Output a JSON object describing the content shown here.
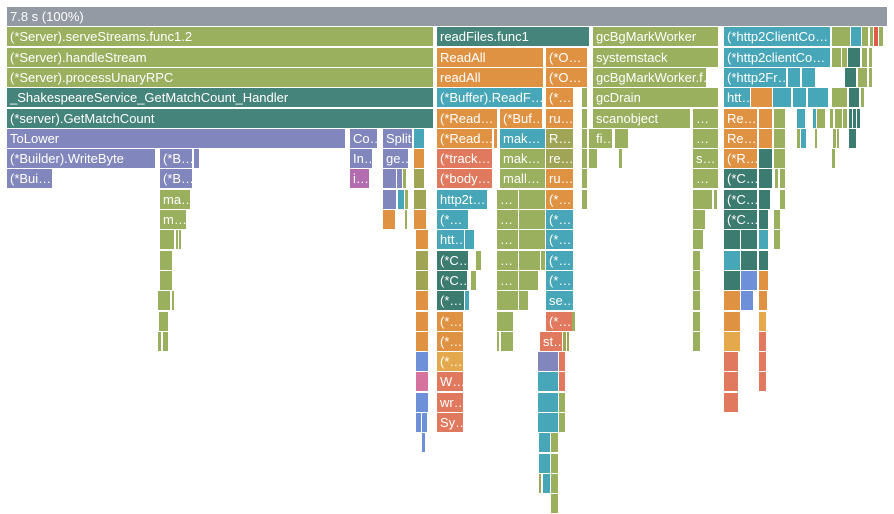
{
  "header": {
    "root_label": "7.8 s (100%)",
    "total_time": "7.8 s",
    "total_percent": "100%"
  },
  "palette": {
    "gray": "#939AA4",
    "g": "#9AB05F",
    "tl": "#45847A",
    "td": "#3C7B70",
    "cy": "#47A6B8",
    "or": "#E09243",
    "ol": "#E3A94C",
    "sa": "#E0795D",
    "ov": "#A0A455",
    "bl": "#8187BC",
    "bb": "#6E90D8",
    "pu": "#B36CB0",
    "pk": "#D5739E",
    "rd": "#DF5B4B"
  },
  "chart_data": {
    "type": "flamegraph",
    "title": "7.8 s (100%)",
    "orientation": "top-down",
    "note_rows_are_pixel_spans": "each bar = [x_px, width_px, color_key, label_if_visible]",
    "rows": [
      [
        [
          7,
          880,
          "gray",
          "7.8 s (100%)"
        ]
      ],
      [
        [
          7,
          426,
          "g",
          "(*Server).serveStreams.func1.2"
        ],
        [
          437,
          152,
          "tl",
          "readFiles.func1"
        ],
        [
          593,
          125,
          "g",
          "gcBgMarkWorker"
        ],
        [
          724,
          106,
          "cy",
          "(*http2ClientCo…"
        ],
        [
          832,
          18,
          "g"
        ],
        [
          851,
          10,
          "cy"
        ],
        [
          862,
          6,
          "g"
        ],
        [
          870,
          3,
          "g"
        ],
        [
          874,
          4,
          "rd"
        ],
        [
          879,
          4,
          "g"
        ]
      ],
      [
        [
          7,
          426,
          "g",
          "(*Server).handleStream"
        ],
        [
          437,
          106,
          "or",
          "ReadAll"
        ],
        [
          546,
          41,
          "or",
          "(*O…"
        ],
        [
          593,
          125,
          "g",
          "systemstack"
        ],
        [
          724,
          106,
          "cy",
          "(*http2clientCo…"
        ],
        [
          832,
          9,
          "g"
        ],
        [
          842,
          5,
          "g"
        ],
        [
          848,
          12,
          "td"
        ],
        [
          862,
          5,
          "g"
        ],
        [
          869,
          3,
          "g"
        ]
      ],
      [
        [
          7,
          426,
          "g",
          "(*Server).processUnaryRPC"
        ],
        [
          437,
          106,
          "or",
          "readAll"
        ],
        [
          546,
          41,
          "or",
          "(*O…"
        ],
        [
          593,
          113,
          "g",
          "gcBgMarkWorker.f…"
        ],
        [
          724,
          62,
          "cy",
          "(*http2Fr…"
        ],
        [
          788,
          12,
          "cy"
        ],
        [
          802,
          13,
          "cy"
        ],
        [
          845,
          11,
          "td"
        ],
        [
          858,
          9,
          "g"
        ],
        [
          869,
          3,
          "g"
        ]
      ],
      [
        [
          7,
          426,
          "tl",
          "_ShakespeareService_GetMatchCount_Handler"
        ],
        [
          437,
          105,
          "cy",
          "(*Buffer).ReadF…"
        ],
        [
          546,
          27,
          "or",
          "(*…"
        ],
        [
          582,
          5,
          "g"
        ],
        [
          593,
          125,
          "g",
          "gcDrain"
        ],
        [
          724,
          26,
          "cy",
          "htt…"
        ],
        [
          751,
          21,
          "or"
        ],
        [
          773,
          18,
          "cy"
        ],
        [
          793,
          13,
          "cy"
        ],
        [
          808,
          20,
          "cy"
        ],
        [
          832,
          15,
          "g"
        ],
        [
          849,
          10,
          "td"
        ],
        [
          861,
          3,
          "g"
        ]
      ],
      [
        [
          7,
          426,
          "tl",
          "(*server).GetMatchCount"
        ],
        [
          437,
          60,
          "or",
          "(*Read…"
        ],
        [
          500,
          42,
          "or",
          "(*Buf…"
        ],
        [
          546,
          27,
          "or",
          "ru…"
        ],
        [
          582,
          5,
          "g"
        ],
        [
          593,
          97,
          "g",
          "scanobject"
        ],
        [
          693,
          25,
          "g",
          "…"
        ],
        [
          724,
          33,
          "or",
          "Re…"
        ],
        [
          759,
          13,
          "or"
        ],
        [
          774,
          11,
          "g"
        ],
        [
          797,
          8,
          "cy"
        ],
        [
          813,
          3,
          "cy"
        ],
        [
          817,
          8,
          "g"
        ],
        [
          830,
          3,
          "g"
        ],
        [
          835,
          7,
          "g"
        ],
        [
          843,
          4,
          "g"
        ],
        [
          849,
          3,
          "td"
        ],
        [
          853,
          3,
          "td"
        ],
        [
          857,
          3,
          "td"
        ]
      ],
      [
        [
          7,
          338,
          "bl",
          "ToLower"
        ],
        [
          350,
          27,
          "bl",
          "Co…"
        ],
        [
          383,
          29,
          "bl",
          "Split"
        ],
        [
          414,
          10,
          "cy"
        ],
        [
          437,
          55,
          "or",
          "(*Read…"
        ],
        [
          494,
          3,
          "or"
        ],
        [
          500,
          45,
          "cy",
          "mak…"
        ],
        [
          546,
          27,
          "ov",
          "R…"
        ],
        [
          582,
          5,
          "g"
        ],
        [
          589,
          4,
          "g"
        ],
        [
          593,
          19,
          "g",
          "fi…"
        ],
        [
          615,
          13,
          "g"
        ],
        [
          693,
          25,
          "g",
          "…"
        ],
        [
          724,
          33,
          "or",
          "Re…"
        ],
        [
          759,
          13,
          "or"
        ],
        [
          774,
          11,
          "g"
        ],
        [
          797,
          3,
          "g"
        ],
        [
          801,
          5,
          "cy"
        ],
        [
          815,
          2,
          "g"
        ],
        [
          833,
          3,
          "g"
        ],
        [
          837,
          2,
          "g"
        ],
        [
          849,
          7,
          "td"
        ]
      ],
      [
        [
          7,
          148,
          "bl",
          "(*Builder).WriteByte"
        ],
        [
          160,
          32,
          "bl",
          "(*B…"
        ],
        [
          194,
          5,
          "bl"
        ],
        [
          350,
          22,
          "bl",
          "In…"
        ],
        [
          383,
          25,
          "bl",
          "ge…"
        ],
        [
          414,
          10,
          "or"
        ],
        [
          437,
          55,
          "sa",
          "(*track…"
        ],
        [
          500,
          45,
          "g",
          "mak…"
        ],
        [
          546,
          27,
          "ov",
          "re…"
        ],
        [
          582,
          5,
          "g"
        ],
        [
          589,
          4,
          "g"
        ],
        [
          593,
          4,
          "g"
        ],
        [
          619,
          3,
          "g"
        ],
        [
          693,
          25,
          "g",
          "s…"
        ],
        [
          724,
          33,
          "or",
          "(*R…"
        ],
        [
          759,
          13,
          "td"
        ],
        [
          774,
          11,
          "g"
        ],
        [
          832,
          3,
          "g"
        ]
      ],
      [
        [
          7,
          45,
          "bl",
          "(*Bui…"
        ],
        [
          160,
          32,
          "bl",
          "(*B…"
        ],
        [
          350,
          19,
          "pu",
          "i…"
        ],
        [
          383,
          13,
          "bl"
        ],
        [
          397,
          5,
          "bl"
        ],
        [
          403,
          3,
          "g"
        ],
        [
          414,
          10,
          "ov"
        ],
        [
          437,
          55,
          "sa",
          "(*body…"
        ],
        [
          500,
          45,
          "g",
          "mall…"
        ],
        [
          546,
          27,
          "or",
          "ru…"
        ],
        [
          582,
          5,
          "g"
        ],
        [
          693,
          25,
          "g",
          "…"
        ],
        [
          724,
          33,
          "td",
          "(*C…"
        ],
        [
          759,
          13,
          "td"
        ],
        [
          775,
          3,
          "g"
        ],
        [
          780,
          5,
          "g"
        ]
      ],
      [
        [
          160,
          30,
          "g",
          "ma…"
        ],
        [
          383,
          13,
          "bl"
        ],
        [
          398,
          6,
          "cy"
        ],
        [
          405,
          3,
          "g"
        ],
        [
          414,
          12,
          "ov"
        ],
        [
          437,
          50,
          "cy",
          "http2t…"
        ],
        [
          497,
          21,
          "g",
          "…"
        ],
        [
          519,
          26,
          "g"
        ],
        [
          546,
          27,
          "or",
          "(*…"
        ],
        [
          582,
          5,
          "g"
        ],
        [
          693,
          19,
          "g"
        ],
        [
          714,
          3,
          "g"
        ],
        [
          724,
          33,
          "td",
          "(*C…"
        ],
        [
          759,
          11,
          "td"
        ],
        [
          780,
          5,
          "g"
        ]
      ],
      [
        [
          160,
          26,
          "g",
          "m…"
        ],
        [
          383,
          12,
          "or"
        ],
        [
          405,
          2,
          "g"
        ],
        [
          414,
          12,
          "or"
        ],
        [
          437,
          31,
          "cy",
          "(*…"
        ],
        [
          497,
          21,
          "g",
          "…"
        ],
        [
          519,
          26,
          "g"
        ],
        [
          546,
          27,
          "cy",
          "(*…"
        ],
        [
          693,
          12,
          "g"
        ],
        [
          724,
          33,
          "td",
          "(*C…"
        ],
        [
          759,
          9,
          "td"
        ],
        [
          774,
          6,
          "g"
        ]
      ],
      [
        [
          160,
          14,
          "g"
        ],
        [
          176,
          2,
          "g"
        ],
        [
          179,
          2,
          "g"
        ],
        [
          416,
          12,
          "or"
        ],
        [
          437,
          27,
          "cy",
          "htt…"
        ],
        [
          465,
          9,
          "cy"
        ],
        [
          497,
          21,
          "g",
          "…"
        ],
        [
          519,
          26,
          "g"
        ],
        [
          546,
          27,
          "cy",
          "(*…"
        ],
        [
          693,
          10,
          "g"
        ],
        [
          724,
          16,
          "td"
        ],
        [
          741,
          16,
          "td"
        ],
        [
          759,
          9,
          "cy"
        ],
        [
          774,
          6,
          "g"
        ]
      ],
      [
        [
          160,
          12,
          "g"
        ],
        [
          416,
          12,
          "ov"
        ],
        [
          437,
          31,
          "td",
          "(*C…"
        ],
        [
          476,
          5,
          "g"
        ],
        [
          497,
          21,
          "g",
          "…"
        ],
        [
          519,
          21,
          "g"
        ],
        [
          541,
          4,
          "g"
        ],
        [
          546,
          27,
          "cy",
          "(*…"
        ],
        [
          693,
          7,
          "g"
        ],
        [
          724,
          16,
          "cy"
        ],
        [
          741,
          16,
          "td"
        ],
        [
          759,
          9,
          "td"
        ]
      ],
      [
        [
          160,
          12,
          "g"
        ],
        [
          416,
          12,
          "ov"
        ],
        [
          437,
          30,
          "td",
          "(*C…"
        ],
        [
          471,
          5,
          "g"
        ],
        [
          497,
          21,
          "g",
          "…"
        ],
        [
          519,
          19,
          "g"
        ],
        [
          546,
          27,
          "cy",
          "(*…"
        ],
        [
          693,
          7,
          "g"
        ],
        [
          724,
          16,
          "td"
        ],
        [
          741,
          16,
          "bb"
        ],
        [
          759,
          9,
          "or"
        ]
      ],
      [
        [
          158,
          12,
          "g"
        ],
        [
          172,
          2,
          "g"
        ],
        [
          416,
          12,
          "or"
        ],
        [
          437,
          27,
          "td",
          "(*…"
        ],
        [
          465,
          4,
          "cy"
        ],
        [
          497,
          21,
          "g"
        ],
        [
          519,
          9,
          "g"
        ],
        [
          546,
          27,
          "cy",
          "se…"
        ],
        [
          693,
          7,
          "g"
        ],
        [
          724,
          16,
          "or"
        ],
        [
          741,
          12,
          "bb"
        ],
        [
          759,
          8,
          "or"
        ]
      ],
      [
        [
          159,
          9,
          "g"
        ],
        [
          416,
          12,
          "or"
        ],
        [
          437,
          26,
          "or",
          "(*…"
        ],
        [
          497,
          16,
          "g"
        ],
        [
          546,
          27,
          "sa",
          "(*…"
        ],
        [
          572,
          3,
          "g"
        ],
        [
          693,
          7,
          "g"
        ],
        [
          724,
          16,
          "or"
        ],
        [
          759,
          7,
          "ol"
        ]
      ],
      [
        [
          158,
          3,
          "g"
        ],
        [
          163,
          5,
          "g"
        ],
        [
          416,
          12,
          "or"
        ],
        [
          437,
          26,
          "or",
          "(*…"
        ],
        [
          497,
          2,
          "g"
        ],
        [
          501,
          12,
          "g"
        ],
        [
          540,
          22,
          "sa",
          "st…"
        ],
        [
          563,
          3,
          "ov"
        ],
        [
          567,
          2,
          "ov"
        ],
        [
          693,
          7,
          "g"
        ],
        [
          724,
          16,
          "ol"
        ],
        [
          759,
          7,
          "sa"
        ]
      ],
      [
        [
          416,
          12,
          "bb"
        ],
        [
          437,
          26,
          "ol",
          "(*…"
        ],
        [
          538,
          20,
          "bl"
        ],
        [
          559,
          6,
          "sa"
        ],
        [
          724,
          14,
          "sa"
        ],
        [
          759,
          7,
          "sa"
        ]
      ],
      [
        [
          416,
          12,
          "pk"
        ],
        [
          437,
          26,
          "sa",
          "W…"
        ],
        [
          538,
          20,
          "cy"
        ],
        [
          559,
          6,
          "sa"
        ],
        [
          724,
          14,
          "sa"
        ],
        [
          759,
          7,
          "sa"
        ]
      ],
      [
        [
          416,
          12,
          "bb"
        ],
        [
          437,
          26,
          "sa",
          "wr…"
        ],
        [
          538,
          20,
          "cy"
        ],
        [
          559,
          6,
          "g"
        ],
        [
          724,
          14,
          "sa"
        ]
      ],
      [
        [
          416,
          5,
          "bb"
        ],
        [
          422,
          5,
          "bb"
        ],
        [
          437,
          26,
          "sa",
          "Sy…"
        ],
        [
          538,
          20,
          "cy"
        ],
        [
          559,
          6,
          "g"
        ]
      ],
      [
        [
          422,
          3,
          "bb"
        ],
        [
          539,
          11,
          "cy"
        ],
        [
          551,
          7,
          "g"
        ]
      ],
      [
        [
          539,
          11,
          "cy"
        ],
        [
          551,
          7,
          "g"
        ]
      ],
      [
        [
          539,
          2,
          "ov"
        ],
        [
          543,
          7,
          "cy"
        ],
        [
          551,
          7,
          "g"
        ]
      ],
      [
        [
          551,
          7,
          "g"
        ]
      ]
    ]
  }
}
